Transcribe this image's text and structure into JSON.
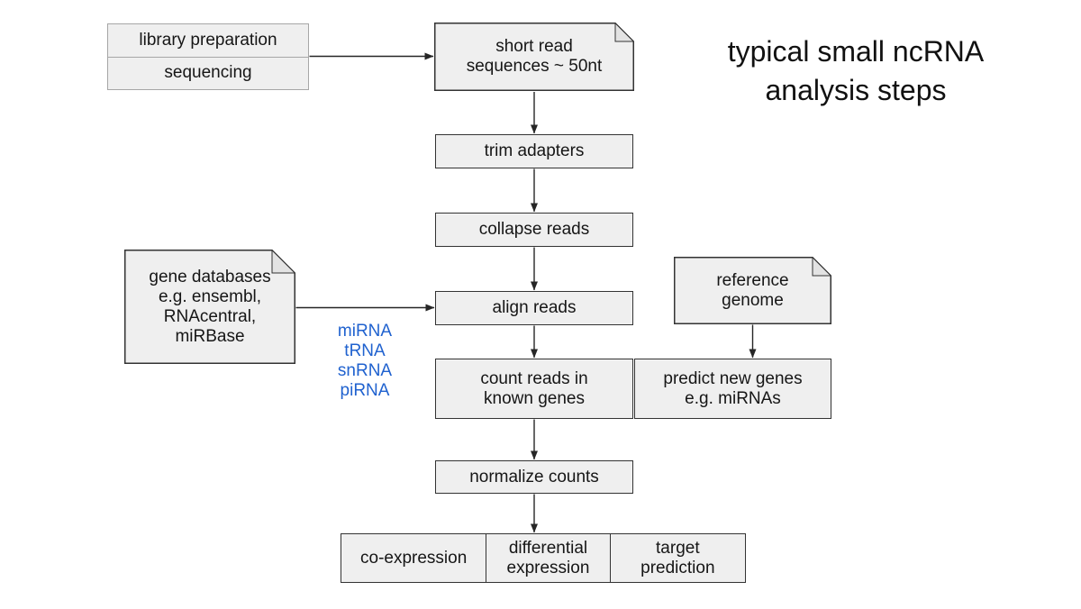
{
  "title": {
    "text": "typical small ncRNA\nanalysis steps"
  },
  "colors": {
    "background": "#ffffff",
    "box_fill": "#efefef",
    "box_border": "#333333",
    "soft_box_border": "#a6a6a6",
    "arrow": "#262626",
    "rna_list_blue": "#2062cf",
    "text": "#161616"
  },
  "nodes": {
    "library_sequencing": {
      "rows": [
        "library preparation",
        "sequencing"
      ]
    },
    "short_reads": {
      "label": "short read\nsequences ~ 50nt"
    },
    "trim_adapters": {
      "label": "trim adapters"
    },
    "collapse_reads": {
      "label": "collapse reads"
    },
    "gene_databases": {
      "label": "gene databases\ne.g. ensembl,\nRNAcentral,\nmiRBase"
    },
    "align_reads": {
      "label": "align reads"
    },
    "reference_genome": {
      "label": "reference\ngenome"
    },
    "count_reads": {
      "label": "count reads in\nknown genes"
    },
    "predict_new_genes": {
      "label": "predict new genes\ne.g. miRNAs"
    },
    "normalize_counts": {
      "label": "normalize counts"
    },
    "outputs": {
      "cells": [
        "co-expression",
        "differential\nexpression",
        "target\nprediction"
      ]
    }
  },
  "annotations": {
    "rna_types": [
      "miRNA",
      "tRNA",
      "snRNA",
      "piRNA"
    ]
  }
}
